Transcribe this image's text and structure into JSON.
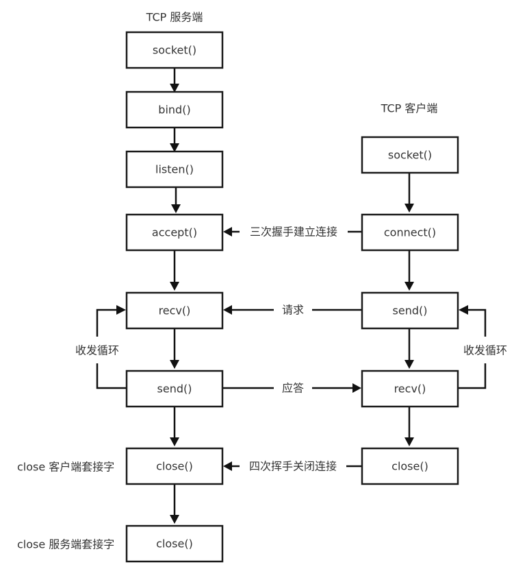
{
  "server": {
    "title": "TCP 服务端",
    "boxes": [
      "socket()",
      "bind()",
      "listen()",
      "accept()",
      "recv()",
      "send()",
      "close()",
      "close()"
    ],
    "loop_label": "收发循环",
    "close_labels": [
      "close 客户端套接字",
      "close 服务端套接字"
    ]
  },
  "client": {
    "title": "TCP 客户端",
    "boxes": [
      "socket()",
      "connect()",
      "send()",
      "recv()",
      "close()"
    ],
    "loop_label": "收发循环"
  },
  "links": {
    "handshake": "三次握手建立连接",
    "request": "请求",
    "response": "应答",
    "teardown": "四次挥手关闭连接"
  }
}
